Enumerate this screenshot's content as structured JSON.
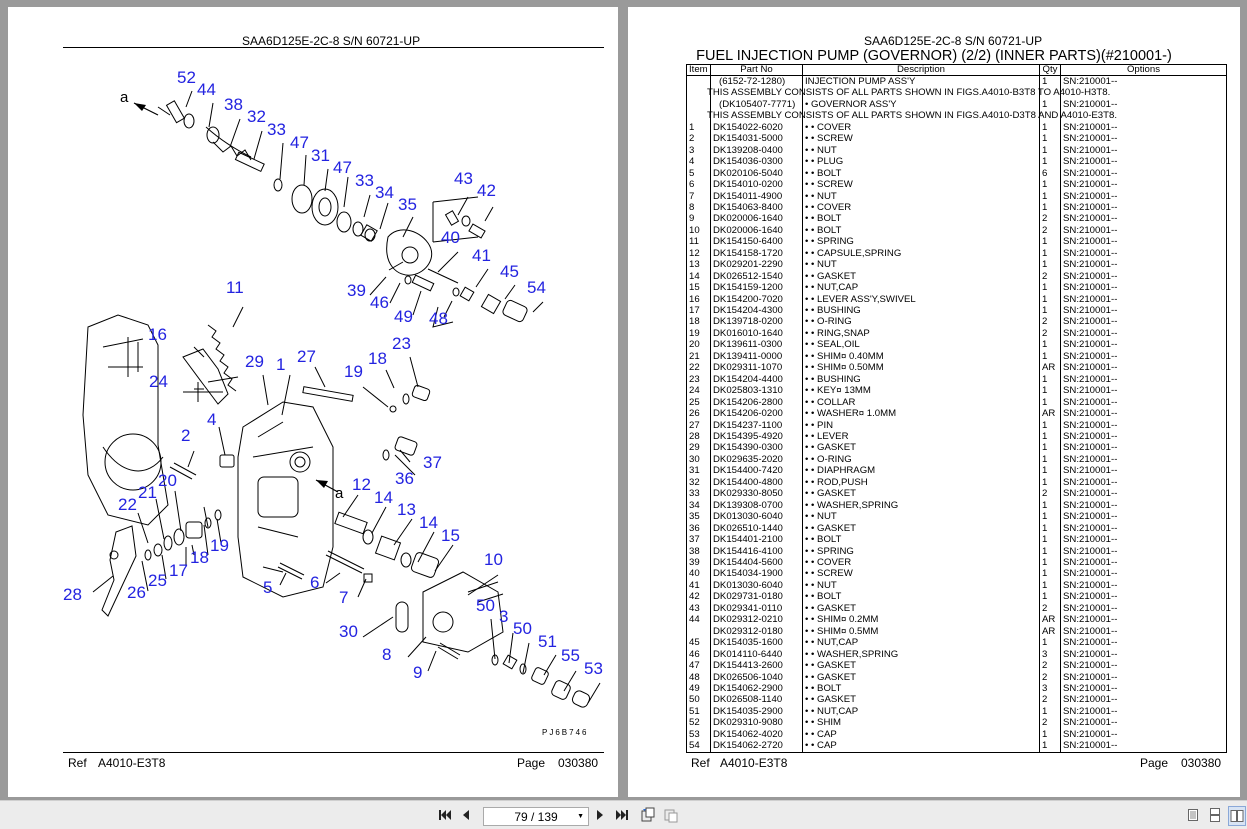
{
  "left_page": {
    "header": "SAA6D125E-2C-8 S/N 60721-UP",
    "footer_ref_label": "Ref",
    "footer_ref_value": "A4010-E3T8",
    "footer_page_label": "Page",
    "footer_page_value": "030380",
    "drawing_code": "PJ6B746",
    "arrow_labels": [
      "a",
      "a"
    ],
    "callouts": [
      "52",
      "44",
      "38",
      "32",
      "33",
      "47",
      "31",
      "47",
      "33",
      "34",
      "35",
      "43",
      "42",
      "40",
      "41",
      "45",
      "54",
      "39",
      "46",
      "49",
      "48",
      "11",
      "16",
      "24",
      "29",
      "1",
      "27",
      "19",
      "18",
      "23",
      "4",
      "2",
      "36",
      "37",
      "12",
      "14",
      "13",
      "14",
      "15",
      "22",
      "21",
      "20",
      "17",
      "18",
      "19",
      "25",
      "26",
      "28",
      "5",
      "6",
      "7",
      "10",
      "30",
      "50",
      "3",
      "50",
      "51",
      "55",
      "53",
      "8",
      "9"
    ]
  },
  "right_page": {
    "header": "SAA6D125E-2C-8 S/N 60721-UP",
    "title": "FUEL INJECTION PUMP (GOVERNOR) (2/2) (INNER PARTS)(#210001-)",
    "columns": [
      "Item",
      "Part No",
      "Description",
      "Qty",
      "Options"
    ],
    "rows": [
      {
        "item": "",
        "part": "(6152-72-1280)",
        "desc": "INJECTION PUMP ASS'Y",
        "qty": "1",
        "opt": "SN:210001--"
      },
      {
        "note": "THIS ASSEMBLY CONSISTS OF ALL PARTS SHOWN IN FIGS.A4010-B3T8 TO A4010-H3T8."
      },
      {
        "item": "",
        "part": "(DK105407-7771)",
        "desc": "• GOVERNOR ASS'Y",
        "qty": "1",
        "opt": "SN:210001--"
      },
      {
        "note": "THIS ASSEMBLY CONSISTS OF ALL PARTS SHOWN IN FIGS.A4010-D3T8 AND A4010-E3T8."
      },
      {
        "item": "1",
        "part": "DK154022-6020",
        "desc": "• • COVER",
        "qty": "1",
        "opt": "SN:210001--"
      },
      {
        "item": "2",
        "part": "DK154031-5000",
        "desc": "• • SCREW",
        "qty": "1",
        "opt": "SN:210001--"
      },
      {
        "item": "3",
        "part": "DK139208-0400",
        "desc": "• • NUT",
        "qty": "1",
        "opt": "SN:210001--"
      },
      {
        "item": "4",
        "part": "DK154036-0300",
        "desc": "• • PLUG",
        "qty": "1",
        "opt": "SN:210001--"
      },
      {
        "item": "5",
        "part": "DK020106-5040",
        "desc": "• • BOLT",
        "qty": "6",
        "opt": "SN:210001--"
      },
      {
        "item": "6",
        "part": "DK154010-0200",
        "desc": "• • SCREW",
        "qty": "1",
        "opt": "SN:210001--"
      },
      {
        "item": "7",
        "part": "DK154011-4900",
        "desc": "• • NUT",
        "qty": "1",
        "opt": "SN:210001--"
      },
      {
        "item": "8",
        "part": "DK154063-8400",
        "desc": "• • COVER",
        "qty": "1",
        "opt": "SN:210001--"
      },
      {
        "item": "9",
        "part": "DK020006-1640",
        "desc": "• • BOLT",
        "qty": "2",
        "opt": "SN:210001--"
      },
      {
        "item": "10",
        "part": "DK020006-1640",
        "desc": "• • BOLT",
        "qty": "2",
        "opt": "SN:210001--"
      },
      {
        "item": "11",
        "part": "DK154150-6400",
        "desc": "• • SPRING",
        "qty": "1",
        "opt": "SN:210001--"
      },
      {
        "item": "12",
        "part": "DK154158-1720",
        "desc": "• • CAPSULE,SPRING",
        "qty": "1",
        "opt": "SN:210001--"
      },
      {
        "item": "13",
        "part": "DK029201-2290",
        "desc": "• • NUT",
        "qty": "1",
        "opt": "SN:210001--"
      },
      {
        "item": "14",
        "part": "DK026512-1540",
        "desc": "• • GASKET",
        "qty": "2",
        "opt": "SN:210001--"
      },
      {
        "item": "15",
        "part": "DK154159-1200",
        "desc": "• • NUT,CAP",
        "qty": "1",
        "opt": "SN:210001--"
      },
      {
        "item": "16",
        "part": "DK154200-7020",
        "desc": "• • LEVER ASS'Y,SWIVEL",
        "qty": "1",
        "opt": "SN:210001--"
      },
      {
        "item": "17",
        "part": "DK154204-4300",
        "desc": "• • BUSHING",
        "qty": "1",
        "opt": "SN:210001--"
      },
      {
        "item": "18",
        "part": "DK139718-0200",
        "desc": "• • O-RING",
        "qty": "2",
        "opt": "SN:210001--"
      },
      {
        "item": "19",
        "part": "DK016010-1640",
        "desc": "• • RING,SNAP",
        "qty": "2",
        "opt": "SN:210001--"
      },
      {
        "item": "20",
        "part": "DK139611-0300",
        "desc": "• • SEAL,OIL",
        "qty": "1",
        "opt": "SN:210001--"
      },
      {
        "item": "21",
        "part": "DK139411-0000",
        "desc": "• • SHIM¤ 0.40MM",
        "qty": "1",
        "opt": "SN:210001--"
      },
      {
        "item": "22",
        "part": "DK029311-1070",
        "desc": "• • SHIM¤ 0.50MM",
        "qty": "AR",
        "opt": "SN:210001--"
      },
      {
        "item": "23",
        "part": "DK154204-4400",
        "desc": "• • BUSHING",
        "qty": "1",
        "opt": "SN:210001--"
      },
      {
        "item": "24",
        "part": "DK025803-1310",
        "desc": "• • KEY¤ 13MM",
        "qty": "1",
        "opt": "SN:210001--"
      },
      {
        "item": "25",
        "part": "DK154206-2800",
        "desc": "• • COLLAR",
        "qty": "1",
        "opt": "SN:210001--"
      },
      {
        "item": "26",
        "part": "DK154206-0200",
        "desc": "• • WASHER¤ 1.0MM",
        "qty": "AR",
        "opt": "SN:210001--"
      },
      {
        "item": "27",
        "part": "DK154237-1100",
        "desc": "• • PIN",
        "qty": "1",
        "opt": "SN:210001--"
      },
      {
        "item": "28",
        "part": "DK154395-4920",
        "desc": "• • LEVER",
        "qty": "1",
        "opt": "SN:210001--"
      },
      {
        "item": "29",
        "part": "DK154390-0300",
        "desc": "• • GASKET",
        "qty": "1",
        "opt": "SN:210001--"
      },
      {
        "item": "30",
        "part": "DK029635-2020",
        "desc": "• • O-RING",
        "qty": "1",
        "opt": "SN:210001--"
      },
      {
        "item": "31",
        "part": "DK154400-7420",
        "desc": "• • DIAPHRAGM",
        "qty": "1",
        "opt": "SN:210001--"
      },
      {
        "item": "32",
        "part": "DK154400-4800",
        "desc": "• • ROD,PUSH",
        "qty": "1",
        "opt": "SN:210001--"
      },
      {
        "item": "33",
        "part": "DK029330-8050",
        "desc": "• • GASKET",
        "qty": "2",
        "opt": "SN:210001--"
      },
      {
        "item": "34",
        "part": "DK139308-0700",
        "desc": "• • WASHER,SPRING",
        "qty": "1",
        "opt": "SN:210001--"
      },
      {
        "item": "35",
        "part": "DK013030-6040",
        "desc": "• • NUT",
        "qty": "1",
        "opt": "SN:210001--"
      },
      {
        "item": "36",
        "part": "DK026510-1440",
        "desc": "• • GASKET",
        "qty": "1",
        "opt": "SN:210001--"
      },
      {
        "item": "37",
        "part": "DK154401-2100",
        "desc": "• • BOLT",
        "qty": "1",
        "opt": "SN:210001--"
      },
      {
        "item": "38",
        "part": "DK154416-4100",
        "desc": "• • SPRING",
        "qty": "1",
        "opt": "SN:210001--"
      },
      {
        "item": "39",
        "part": "DK154404-5600",
        "desc": "• • COVER",
        "qty": "1",
        "opt": "SN:210001--"
      },
      {
        "item": "40",
        "part": "DK154034-1900",
        "desc": "• • SCREW",
        "qty": "1",
        "opt": "SN:210001--"
      },
      {
        "item": "41",
        "part": "DK013030-6040",
        "desc": "• • NUT",
        "qty": "1",
        "opt": "SN:210001--"
      },
      {
        "item": "42",
        "part": "DK029731-0180",
        "desc": "• • BOLT",
        "qty": "1",
        "opt": "SN:210001--"
      },
      {
        "item": "43",
        "part": "DK029341-0110",
        "desc": "• • GASKET",
        "qty": "2",
        "opt": "SN:210001--"
      },
      {
        "item": "44",
        "part": "DK029312-0210",
        "desc": "• • SHIM¤ 0.2MM",
        "qty": "AR",
        "opt": "SN:210001--"
      },
      {
        "item": "",
        "part": "DK029312-0180",
        "desc": "• • SHIM¤ 0.5MM",
        "qty": "AR",
        "opt": "SN:210001--"
      },
      {
        "item": "45",
        "part": "DK154035-1600",
        "desc": "• • NUT,CAP",
        "qty": "1",
        "opt": "SN:210001--"
      },
      {
        "item": "46",
        "part": "DK014110-6440",
        "desc": "• • WASHER,SPRING",
        "qty": "3",
        "opt": "SN:210001--"
      },
      {
        "item": "47",
        "part": "DK154413-2600",
        "desc": "• • GASKET",
        "qty": "2",
        "opt": "SN:210001--"
      },
      {
        "item": "48",
        "part": "DK026506-1040",
        "desc": "• • GASKET",
        "qty": "2",
        "opt": "SN:210001--"
      },
      {
        "item": "49",
        "part": "DK154062-2900",
        "desc": "• • BOLT",
        "qty": "3",
        "opt": "SN:210001--"
      },
      {
        "item": "50",
        "part": "DK026508-1140",
        "desc": "• • GASKET",
        "qty": "2",
        "opt": "SN:210001--"
      },
      {
        "item": "51",
        "part": "DK154035-2900",
        "desc": "• • NUT,CAP",
        "qty": "1",
        "opt": "SN:210001--"
      },
      {
        "item": "52",
        "part": "DK029310-9080",
        "desc": "• • SHIM",
        "qty": "2",
        "opt": "SN:210001--"
      },
      {
        "item": "53",
        "part": "DK154062-4020",
        "desc": "• • CAP",
        "qty": "1",
        "opt": "SN:210001--"
      },
      {
        "item": "54",
        "part": "DK154062-2720",
        "desc": "• • CAP",
        "qty": "1",
        "opt": "SN:210001--"
      }
    ],
    "footer_ref_label": "Ref",
    "footer_ref_value": "A4010-E3T8",
    "footer_page_label": "Page",
    "footer_page_value": "030380"
  },
  "toolbar": {
    "page_indicator": "79 / 139",
    "icons": [
      "first-page-icon",
      "prev-page-icon",
      "next-page-icon",
      "last-page-icon",
      "rotate-icon",
      "copy-icon",
      "single-page-icon",
      "continuous-icon",
      "two-page-icon"
    ]
  }
}
